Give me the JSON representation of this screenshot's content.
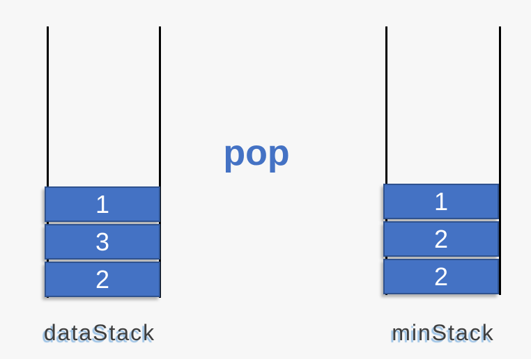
{
  "diagram": {
    "operation_label": "pop",
    "stacks": [
      {
        "name": "dataStack",
        "items": [
          "1",
          "3",
          "2"
        ]
      },
      {
        "name": "minStack",
        "items": [
          "1",
          "2",
          "2"
        ]
      }
    ]
  },
  "colors": {
    "background": "#f7f7f7",
    "box_fill": "#4472c4",
    "box_border": "#2f528f",
    "box_text": "#ffffff",
    "wall": "#000000",
    "operation_text": "#4472c4",
    "label_text": "#3f3f3f",
    "label_shadow": "#9dc3e6"
  }
}
